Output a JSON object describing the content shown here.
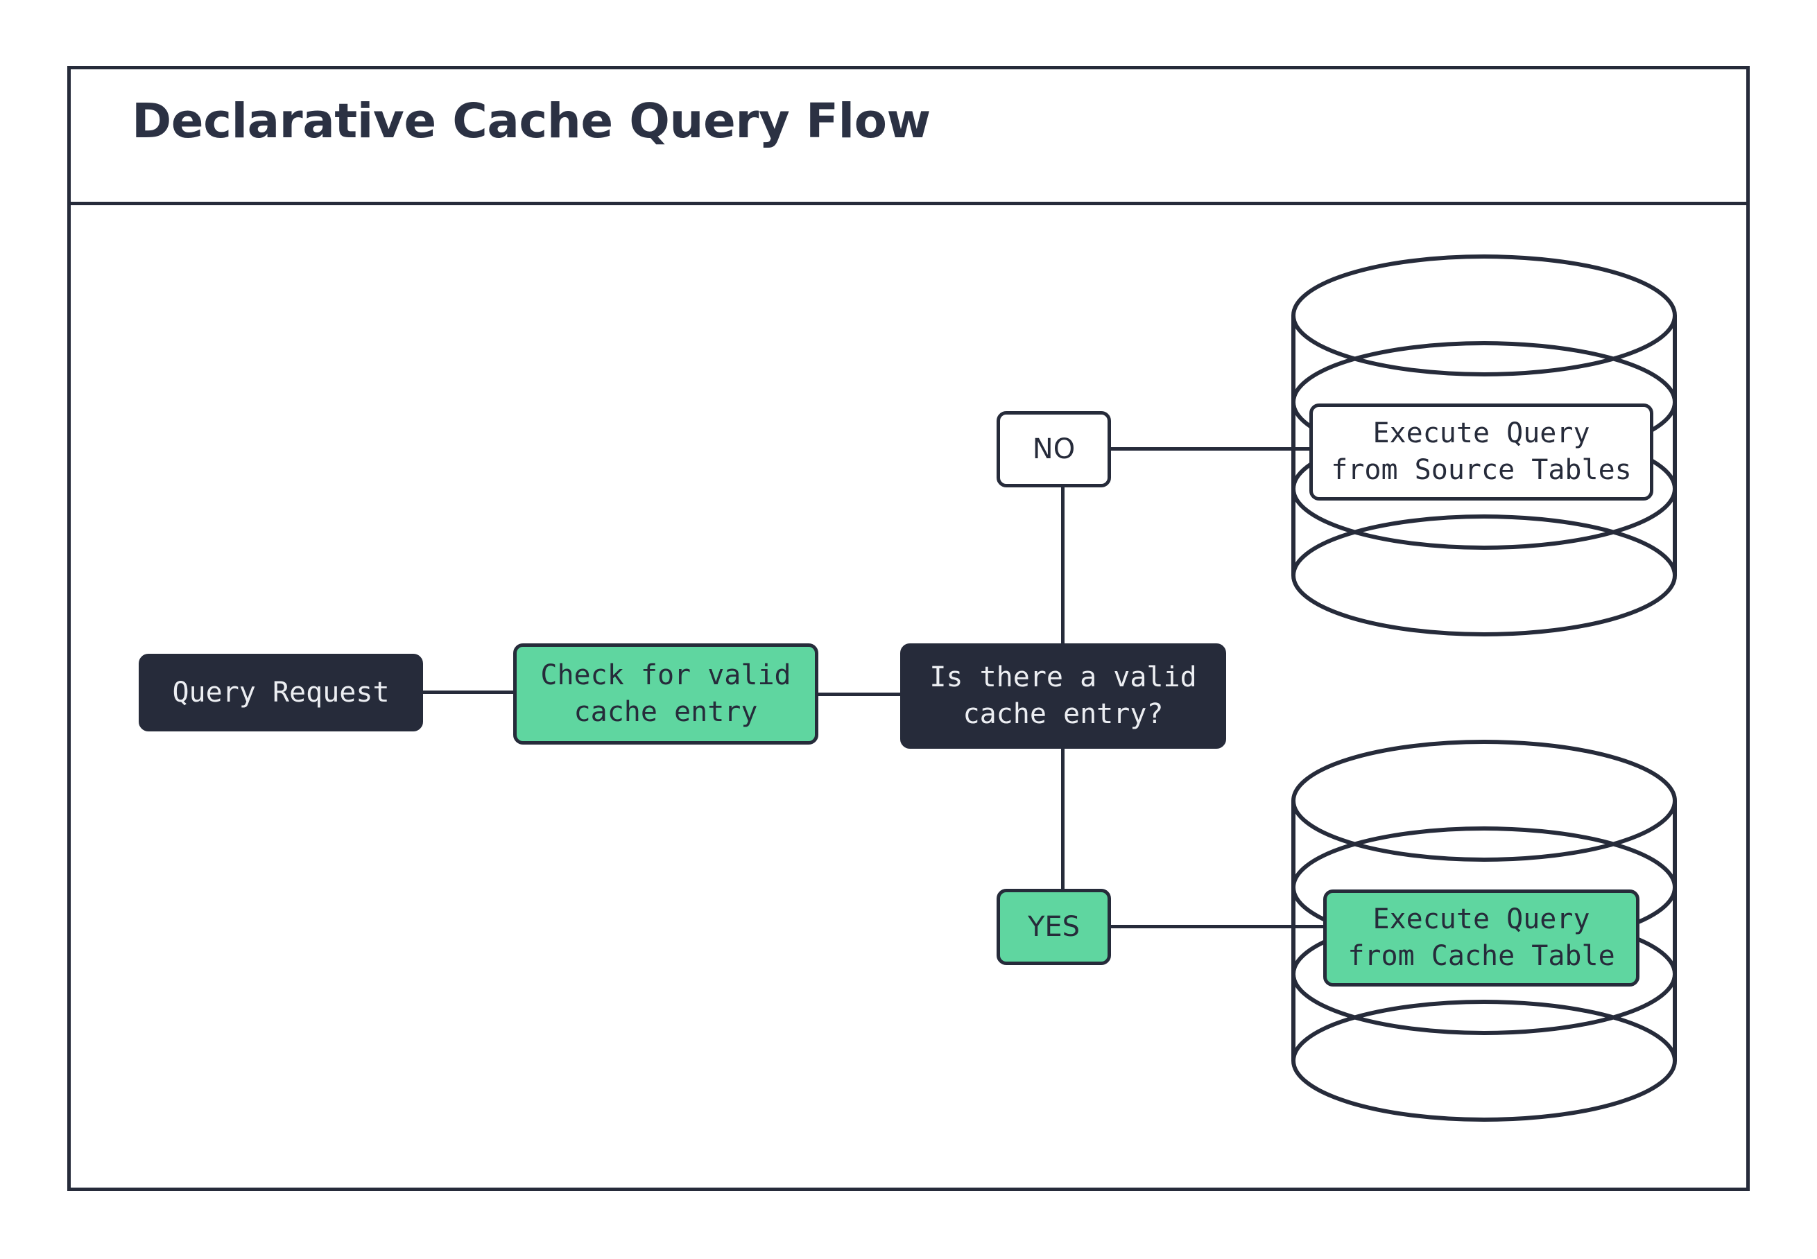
{
  "diagram": {
    "title": "Declarative Cache Query Flow",
    "colors": {
      "ink": "#262b3a",
      "green": "#5fd6a0",
      "white": "#ffffff",
      "dark_text": "#eceef2"
    },
    "nodes": [
      {
        "id": "query-request",
        "label": "Query Request",
        "style": "dark"
      },
      {
        "id": "check-cache",
        "label": "Check for valid\ncache entry",
        "style": "green"
      },
      {
        "id": "decision",
        "label": "Is there a valid\ncache entry?",
        "style": "dark"
      },
      {
        "id": "exec-source",
        "label": "Execute Query\nfrom Source Tables",
        "style": "white"
      },
      {
        "id": "exec-cache",
        "label": "Execute Query\nfrom Cache Table",
        "style": "green"
      }
    ],
    "branches": [
      {
        "id": "no",
        "label": "NO",
        "style": "white"
      },
      {
        "id": "yes",
        "label": "YES",
        "style": "green"
      }
    ],
    "cylinders": [
      {
        "id": "source-tables-db",
        "name": "database-cylinder-source-tables"
      },
      {
        "id": "cache-table-db",
        "name": "database-cylinder-cache-table"
      }
    ],
    "edges": [
      {
        "id": "req-check",
        "from": "query-request",
        "to": "check-cache"
      },
      {
        "id": "check-dec",
        "from": "check-cache",
        "to": "decision"
      },
      {
        "id": "dec-no",
        "from": "decision",
        "to": "no"
      },
      {
        "id": "dec-yes",
        "from": "decision",
        "to": "yes"
      },
      {
        "id": "no-source",
        "from": "no",
        "to": "exec-source"
      },
      {
        "id": "yes-cache",
        "from": "yes",
        "to": "exec-cache"
      }
    ]
  }
}
